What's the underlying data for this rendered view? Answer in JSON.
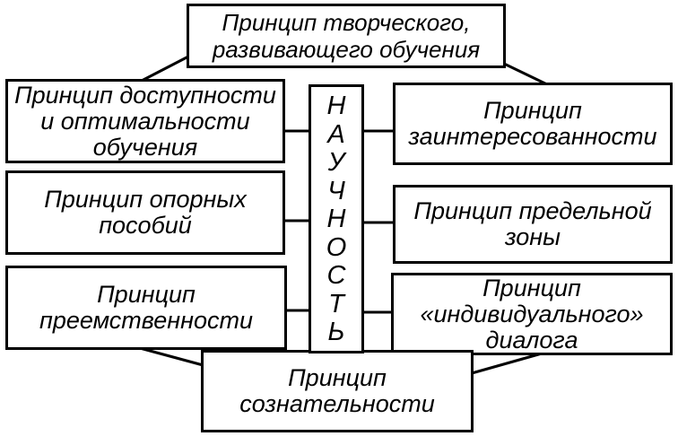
{
  "diagram": {
    "top_box": {
      "lines": [
        "Принцип творческого,",
        "развивающего обучения"
      ]
    },
    "left_boxes": [
      {
        "lines": [
          "Принцип доступности",
          "и оптимальности",
          "обучения"
        ]
      },
      {
        "lines": [
          "Принцип опорных",
          "пособий"
        ]
      },
      {
        "lines": [
          "Принцип",
          "преемственности"
        ]
      }
    ],
    "right_boxes": [
      {
        "lines": [
          "Принцип",
          "заинтересованности"
        ]
      },
      {
        "lines": [
          "Принцип предельной",
          "зоны"
        ]
      },
      {
        "lines": [
          "Принцип",
          "«индивидуального»",
          "диалога"
        ]
      }
    ],
    "center": {
      "letters": [
        "Н",
        "А",
        "У",
        "Ч",
        "Н",
        "О",
        "С",
        "Т",
        "Ь"
      ]
    },
    "bottom_box": {
      "lines": [
        "Принцип",
        "сознательности"
      ]
    },
    "colors": {
      "stroke": "#000000",
      "background": "#ffffff"
    }
  }
}
